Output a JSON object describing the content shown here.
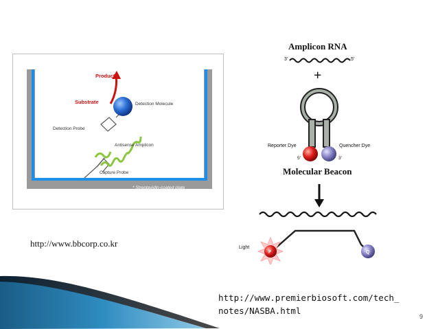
{
  "left_figure": {
    "labels": {
      "product": "Product",
      "substrate": "Substrate",
      "detection_molecule": "Detection Molecule",
      "detection_probe": "Detection Probe",
      "antisense_amplicon": "Antisense Amplicon",
      "capture_probe": "Capture Probe",
      "plate_note": "* Streptavidin-coated plate"
    },
    "colors": {
      "well": "#9a9a9a",
      "liquid": "#1e8fe8",
      "product": "#cc1111",
      "molecule": "#2060d0",
      "amplicon": "#8cc63f"
    }
  },
  "right_figure": {
    "labels": {
      "amplicon_rna": "Amplicon RNA",
      "three_prime": "3'",
      "five_prime": "5'",
      "plus": "+",
      "reporter_dye": "Reporter Dye",
      "quencher_dye": "Quencher Dye",
      "beacon_5": "5'",
      "beacon_3": "3'",
      "molecular_beacon": "Molecular Beacon",
      "light": "Light",
      "f": "F",
      "q": "Q"
    },
    "colors": {
      "reporter": "#e02020",
      "quencher": "#8a86c8",
      "stem": "#a8b0a8"
    }
  },
  "captions": {
    "left_url": "http://www.bbcorp.co.kr",
    "right_url": "http://www.premierbiosoft.com/tech_\nnotes/NASBA.html"
  },
  "page_number": "9"
}
